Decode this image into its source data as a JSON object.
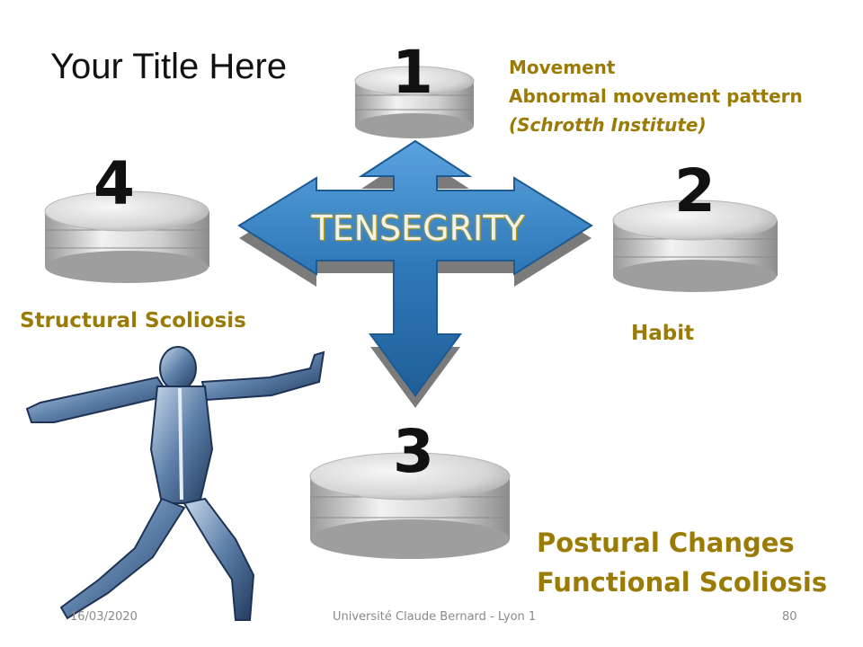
{
  "slide": {
    "title": "Your Title Here",
    "center_label": "TENSEGRITY",
    "stacks": [
      {
        "number": "1",
        "lines": [
          "Movement",
          "Abnormal movement pattern",
          "(Schrotth Institute)"
        ]
      },
      {
        "number": "2",
        "lines": [
          "Habit"
        ]
      },
      {
        "number": "3",
        "lines": [
          "Postural Changes",
          "Functional Scoliosis"
        ]
      },
      {
        "number": "4",
        "lines": [
          "Structural Scoliosis"
        ]
      }
    ],
    "colors": {
      "arrow": "#2f78b8",
      "arrow_dark": "#1d5a92",
      "label_gold": "#9a7b06",
      "coin": "#c9c9c9"
    }
  },
  "footer": {
    "date": "16/03/2020",
    "institution": "Université Claude Bernard - Lyon 1",
    "page": "80"
  }
}
